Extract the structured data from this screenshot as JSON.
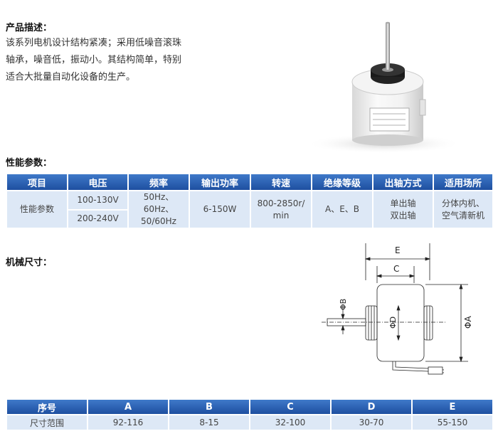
{
  "description": {
    "heading": "产品描述：",
    "lines": [
      "该系列电机设计结构紧凑；采用低噪音滚珠",
      "轴承，噪音低，振动小。其结构简单，特别",
      "适合大批量自动化设备的生产。"
    ]
  },
  "performance": {
    "heading": "性能参数：",
    "headers": [
      "项目",
      "电压",
      "频率",
      "输出功率",
      "转速",
      "绝缘等级",
      "出轴方式",
      "适用场所"
    ],
    "row": {
      "item": "性能参数",
      "voltage_1": "100-130V",
      "voltage_2": "200-240V",
      "frequency_1": "50Hz、60Hz、",
      "frequency_2": "50/60Hz",
      "power": "6-150W",
      "speed_1": "800-2850r/",
      "speed_2": "min",
      "insulation": "A、E、B",
      "shaft_1": "单出轴",
      "shaft_2": "双出轴",
      "usage_1": "分体内机、",
      "usage_2": "空气清新机"
    }
  },
  "mechanical": {
    "heading": "机械尺寸：",
    "labels": {
      "E": "E",
      "C": "C",
      "B": "ΦB",
      "D": "ΦD",
      "A": "ΦA"
    }
  },
  "dimensions": {
    "headers": [
      "序号",
      "A",
      "B",
      "C",
      "D",
      "E"
    ],
    "row": [
      "尺寸范围",
      "92-116",
      "8-15",
      "32-100",
      "30-70",
      "55-150"
    ]
  },
  "colors": {
    "header_blue": "#2a5db0",
    "cell_blue": "#dde8f6"
  }
}
